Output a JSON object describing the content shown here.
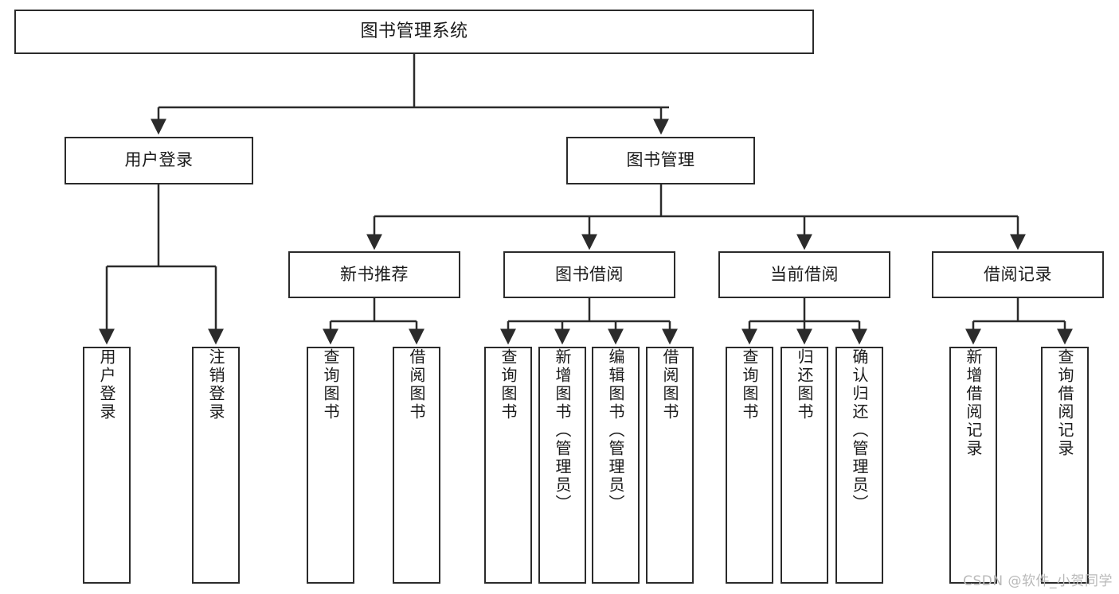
{
  "diagram": {
    "title": "图书管理系统",
    "watermark": "CSDN @软件_小贺同学",
    "stroke_color": "#2b2b2b",
    "fill_color": "#ffffff",
    "text_color": "#1a1a1a"
  },
  "nodes": {
    "root": {
      "label": "图书管理系统"
    },
    "level2": [
      {
        "label": "用户登录"
      },
      {
        "label": "图书管理"
      }
    ],
    "level3": [
      {
        "label": "新书推荐"
      },
      {
        "label": "图书借阅"
      },
      {
        "label": "当前借阅"
      },
      {
        "label": "借阅记录"
      }
    ],
    "leaves_user_login": [
      {
        "label": "用户登录"
      },
      {
        "label": "注销登录"
      }
    ],
    "leaves_new_book": [
      {
        "label": "查询图书"
      },
      {
        "label": "借阅图书"
      }
    ],
    "leaves_borrow": [
      {
        "label": "查询图书"
      },
      {
        "label": "新增图书（管理员）"
      },
      {
        "label": "编辑图书（管理员）"
      },
      {
        "label": "借阅图书"
      }
    ],
    "leaves_current": [
      {
        "label": "查询图书"
      },
      {
        "label": "归还图书"
      },
      {
        "label": "确认归还（管理员）"
      }
    ],
    "leaves_records": [
      {
        "label": "新增借阅记录"
      },
      {
        "label": "查询借阅记录"
      }
    ]
  }
}
